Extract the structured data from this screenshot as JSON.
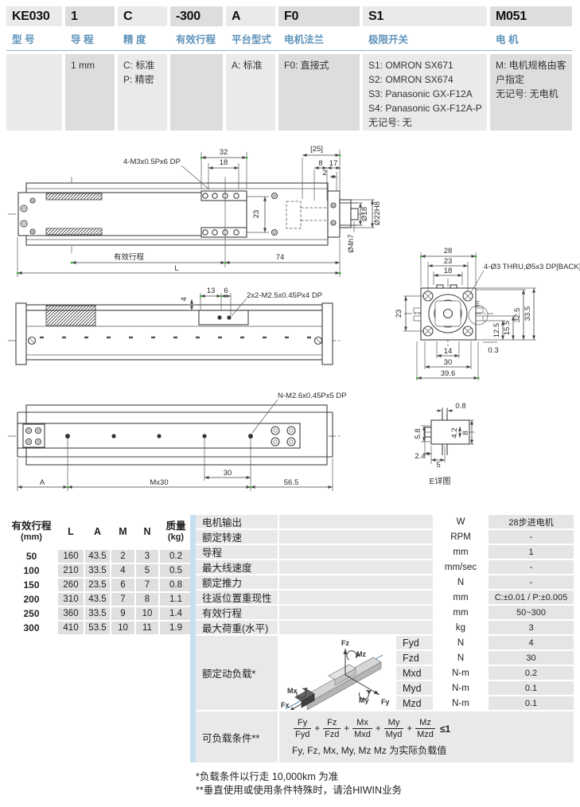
{
  "model_code": {
    "columns": [
      {
        "code": "KE030",
        "label": "型 号",
        "desc_lines": []
      },
      {
        "code": "1",
        "label": "导 程",
        "desc_lines": [
          "1 mm"
        ]
      },
      {
        "code": "C",
        "label": "精 度",
        "desc_lines": [
          "C: 标准",
          "P: 精密"
        ]
      },
      {
        "code": "-300",
        "label": "有效行程",
        "desc_lines": []
      },
      {
        "code": "A",
        "label": "平台型式",
        "desc_lines": [
          "A: 标准"
        ]
      },
      {
        "code": "F0",
        "label": "电机法兰",
        "desc_lines": [
          "F0: 直接式"
        ]
      },
      {
        "code": "S1",
        "label": "极限开关",
        "desc_lines": [
          "S1: OMRON SX671",
          "S2: OMRON SX674",
          "S3: Panasonic GX-F12A",
          "S4: Panasonic GX-F12A-P",
          "无记号: 无"
        ]
      },
      {
        "code": "M051",
        "label": "电 机",
        "desc_lines": [
          "M: 电机规格由客户指定",
          "无记号: 无电机"
        ]
      }
    ]
  },
  "drawings": {
    "top_view": {
      "screw_label": "4-M3x0.5Px6 DP",
      "d32": "32",
      "d18": "18",
      "d25": "[25]",
      "d8": "8",
      "d17": "17",
      "d2": "2",
      "d23": "23",
      "stroke_label": "有效行程",
      "d74": "74",
      "dL": "L",
      "dia18": "Ø18",
      "dia22": "Ø22H8",
      "dia4": "Ø4h7"
    },
    "side_view": {
      "d4": "4",
      "d13": "13",
      "d6": "6",
      "screw_label": "2x2-M2.5x0.45Px4 DP"
    },
    "flange_view": {
      "screw_label": "4-Ø3 THRU,Ø5x3 DP[BACK]",
      "d28": "28",
      "d23_top": "23",
      "d18": "18",
      "d23_left": "23",
      "d325": "32.5",
      "d335": "33.5",
      "d155": "15.5",
      "d125": "12.5",
      "d03": "0.3",
      "d14": "14",
      "d30": "30",
      "d396": "39.6",
      "e_mark": "E"
    },
    "bottom_view": {
      "screw_label": "N-M2.6x0.45Px5 DP",
      "dA": "A",
      "dMx30": "Mx30",
      "d30": "30",
      "d565": "56.5"
    },
    "e_detail": {
      "d08": "0.8",
      "d58": "5.8",
      "d42": "4.2",
      "d8": "8",
      "d24": "2.4",
      "d5": "5",
      "caption": "E详图"
    }
  },
  "stroke_table": {
    "header": {
      "stroke": "有效行程",
      "stroke_unit": "(mm)",
      "L": "L",
      "A": "A",
      "M": "M",
      "N": "N",
      "mass": "质量",
      "mass_unit": "(kg)"
    },
    "rows": [
      [
        "50",
        "160",
        "43.5",
        "2",
        "3",
        "0.2"
      ],
      [
        "100",
        "210",
        "33.5",
        "4",
        "5",
        "0.5"
      ],
      [
        "150",
        "260",
        "23.5",
        "6",
        "7",
        "0.8"
      ],
      [
        "200",
        "310",
        "43.5",
        "7",
        "8",
        "1.1"
      ],
      [
        "250",
        "360",
        "33.5",
        "9",
        "10",
        "1.4"
      ],
      [
        "300",
        "410",
        "53.5",
        "10",
        "11",
        "1.9"
      ]
    ]
  },
  "spec_table": {
    "rows": [
      {
        "label": "电机输出",
        "unit": "W",
        "value": "28步进电机"
      },
      {
        "label": "额定转速",
        "unit": "RPM",
        "value": "-"
      },
      {
        "label": "导程",
        "unit": "mm",
        "value": "1"
      },
      {
        "label": "最大线速度",
        "unit": "mm/sec",
        "value": "-"
      },
      {
        "label": "额定推力",
        "unit": "N",
        "value": "-"
      },
      {
        "label": "往返位置重现性",
        "unit": "mm",
        "value": "C:±0.01 / P:±0.005"
      },
      {
        "label": "有效行程",
        "unit": "mm",
        "value": "50~300"
      },
      {
        "label": "最大荷重(水平)",
        "unit": "kg",
        "value": "3"
      }
    ]
  },
  "load_section": {
    "label": "额定动负载*",
    "rows": [
      {
        "name": "Fyd",
        "unit": "N",
        "value": "4"
      },
      {
        "name": "Fzd",
        "unit": "N",
        "value": "30"
      },
      {
        "name": "Mxd",
        "unit": "N-m",
        "value": "0.2"
      },
      {
        "name": "Myd",
        "unit": "N-m",
        "value": "0.1"
      },
      {
        "name": "Mzd",
        "unit": "N-m",
        "value": "0.1"
      }
    ],
    "diagram_labels": {
      "fz": "Fz",
      "mz": "Mz",
      "mx": "Mx",
      "fx": "Fx",
      "my": "My",
      "fy": "Fy"
    }
  },
  "condition_section": {
    "label": "可负载条件**",
    "fractions": [
      {
        "n": "Fy",
        "d": "Fyd"
      },
      {
        "n": "Fz",
        "d": "Fzd"
      },
      {
        "n": "Mx",
        "d": "Mxd"
      },
      {
        "n": "My",
        "d": "Myd"
      },
      {
        "n": "Mz",
        "d": "Mzd"
      }
    ],
    "plus": "+",
    "suffix": "≤1",
    "note": "Fy, Fz, Mx, My, Mz Mz 为实际负载值"
  },
  "footnotes": {
    "line1": "*负载条件以行走 10,000km 为准",
    "line2": "**垂直使用或使用条件特殊时，请洽HIWIN业务"
  }
}
